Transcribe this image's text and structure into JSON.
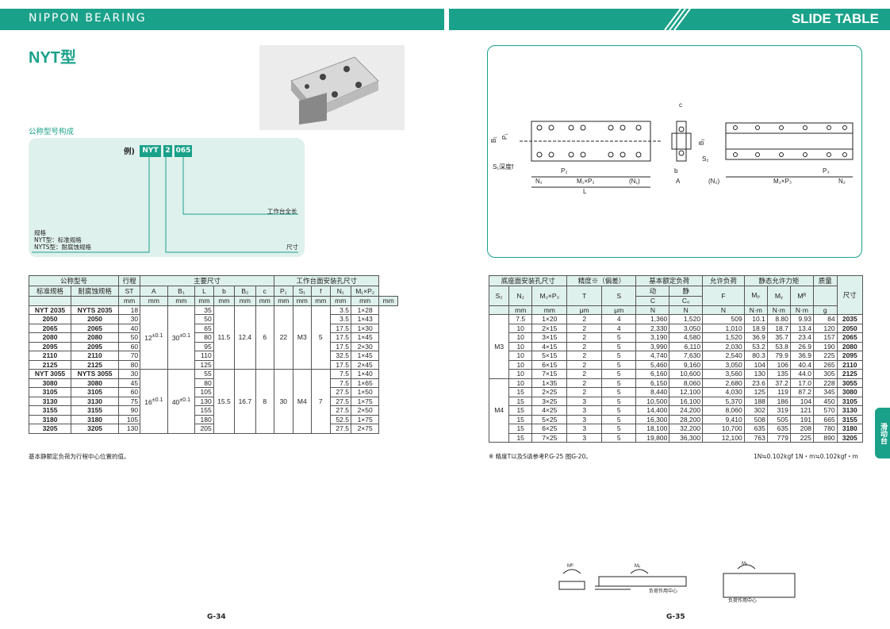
{
  "header": {
    "brand": "NIPPON BEARING",
    "title": "SLIDE TABLE"
  },
  "model": "NYT型",
  "subtitle": "公称型号构成",
  "code_example": {
    "label": "例)",
    "parts": [
      "NYT",
      "2",
      "065"
    ],
    "length_label": "工作台全长",
    "spec_lines": [
      "规格",
      "NYT型：标准规格",
      "NYTS型：耐腐蚀规格"
    ],
    "size_label": "尺寸"
  },
  "table1": {
    "h1": [
      "公称型号",
      "行程",
      "主要尺寸",
      "工作台面安装孔尺寸"
    ],
    "h2": [
      "标准规格",
      "耐腐蚀规格",
      "ST",
      "A",
      "B₁",
      "L",
      "b",
      "B₂",
      "c",
      "P₁",
      "S₁",
      "f",
      "N₁",
      "M₁×P₂"
    ],
    "units": [
      "mm",
      "mm",
      "mm",
      "mm",
      "mm",
      "mm",
      "mm",
      "mm",
      "mm",
      "mm",
      "mm"
    ],
    "rows": [
      [
        "NYT 2035",
        "NYTS 2035",
        "18",
        "35",
        "3.5",
        "1×28"
      ],
      [
        "2050",
        "2050",
        "30",
        "50",
        "3.5",
        "1×43"
      ],
      [
        "2065",
        "2065",
        "40",
        "65",
        "17.5",
        "1×30"
      ],
      [
        "2080",
        "2080",
        "50",
        "80",
        "17.5",
        "1×45"
      ],
      [
        "2095",
        "2095",
        "60",
        "95",
        "17.5",
        "2×30"
      ],
      [
        "2110",
        "2110",
        "70",
        "110",
        "32.5",
        "1×45"
      ],
      [
        "2125",
        "2125",
        "80",
        "125",
        "17.5",
        "2×45"
      ],
      [
        "NYT 3055",
        "NYTS 3055",
        "30",
        "55",
        "7.5",
        "1×40"
      ],
      [
        "3080",
        "3080",
        "45",
        "80",
        "7.5",
        "1×65"
      ],
      [
        "3105",
        "3105",
        "60",
        "105",
        "27.5",
        "1×50"
      ],
      [
        "3130",
        "3130",
        "75",
        "130",
        "27.5",
        "1×75"
      ],
      [
        "3155",
        "3155",
        "90",
        "155",
        "27.5",
        "2×50"
      ],
      [
        "3180",
        "3180",
        "105",
        "180",
        "52.5",
        "1×75"
      ],
      [
        "3205",
        "3205",
        "130",
        "205",
        "27.5",
        "2×75"
      ]
    ],
    "g1": {
      "A": "12",
      "tol": "±0.1",
      "B1": "30",
      "b": "11.5",
      "B2": "12.4",
      "c": "6",
      "P1": "22",
      "S1": "M3",
      "f": "5"
    },
    "g2": {
      "A": "16",
      "tol": "±0.1",
      "B1": "40",
      "b": "15.5",
      "B2": "16.7",
      "c": "8",
      "P1": "30",
      "S1": "M4",
      "f": "7"
    },
    "note": "基本静额定负荷为行程中心位置的值。"
  },
  "table2": {
    "h1": [
      "底座面安装孔尺寸",
      "精度※（偏差）",
      "基本额定负荷",
      "允许负荷",
      "静态允许力矩",
      "质量",
      "尺寸"
    ],
    "h2": [
      "S₂",
      "N₂",
      "M₂×P₃",
      "T",
      "S",
      "动",
      "静",
      "F",
      "Mₚ",
      "Mᵧ",
      "Mᴿ"
    ],
    "h3": [
      "C",
      "C₀"
    ],
    "units": [
      "mm",
      "mm",
      "μm",
      "μm",
      "N",
      "N",
      "N",
      "N·m",
      "N·m",
      "N·m",
      "g"
    ],
    "s2": [
      "M3",
      "M4"
    ],
    "rows": [
      [
        "7.5",
        "1×20",
        "2",
        "4",
        "1,360",
        "1,520",
        "509",
        "10.1",
        "8.80",
        "9.93",
        "84",
        "2035"
      ],
      [
        "10",
        "2×15",
        "2",
        "4",
        "2,330",
        "3,050",
        "1,010",
        "18.9",
        "18.7",
        "13.4",
        "120",
        "2050"
      ],
      [
        "10",
        "3×15",
        "2",
        "5",
        "3,190",
        "4,580",
        "1,520",
        "36.9",
        "35.7",
        "23.4",
        "157",
        "2065"
      ],
      [
        "10",
        "4×15",
        "2",
        "5",
        "3,990",
        "6,110",
        "2,030",
        "53.2",
        "53.8",
        "26.9",
        "190",
        "2080"
      ],
      [
        "10",
        "5×15",
        "2",
        "5",
        "4,740",
        "7,630",
        "2,540",
        "80.3",
        "79.9",
        "36.9",
        "225",
        "2095"
      ],
      [
        "10",
        "6×15",
        "2",
        "5",
        "5,460",
        "9,160",
        "3,050",
        "104",
        "106",
        "40.4",
        "265",
        "2110"
      ],
      [
        "10",
        "7×15",
        "2",
        "5",
        "6,160",
        "10,600",
        "3,560",
        "130",
        "135",
        "44.0",
        "305",
        "2125"
      ],
      [
        "10",
        "1×35",
        "2",
        "5",
        "6,150",
        "8,060",
        "2,680",
        "23.6",
        "37.2",
        "17.0",
        "228",
        "3055"
      ],
      [
        "15",
        "2×25",
        "2",
        "5",
        "8,440",
        "12,100",
        "4,030",
        "125",
        "119",
        "87.2",
        "345",
        "3080"
      ],
      [
        "15",
        "3×25",
        "3",
        "5",
        "10,500",
        "16,100",
        "5,370",
        "188",
        "186",
        "104",
        "450",
        "3105"
      ],
      [
        "15",
        "4×25",
        "3",
        "5",
        "14,400",
        "24,200",
        "8,060",
        "302",
        "319",
        "121",
        "570",
        "3130"
      ],
      [
        "15",
        "5×25",
        "3",
        "5",
        "16,300",
        "28,200",
        "9,410",
        "508",
        "505",
        "191",
        "665",
        "3155"
      ],
      [
        "15",
        "6×25",
        "3",
        "5",
        "18,100",
        "32,200",
        "10,700",
        "635",
        "635",
        "208",
        "780",
        "3180"
      ],
      [
        "15",
        "7×25",
        "3",
        "5",
        "19,800",
        "36,300",
        "12,100",
        "763",
        "779",
        "225",
        "890",
        "3205"
      ]
    ],
    "note_left": "※ 精度T以及S请参考P.G-25 图G-20。",
    "note_right": "1N≒0.102kgf   1N・m≒0.102kgf・m"
  },
  "drawing": {
    "labels": [
      "B₁",
      "P₁",
      "S₁深度f",
      "P₂",
      "N₁",
      "M₁×P₂",
      "(N₁)",
      "L",
      "c",
      "b",
      "A",
      "B₂",
      "S₂",
      "P₃",
      "(N₂)",
      "M₂×P₃",
      "N₂"
    ],
    "moment_labels": [
      "Mᴿ",
      "Mₚ",
      "Mᵧ"
    ],
    "center_labels": [
      "负荷作用中心",
      "负荷作用中心"
    ]
  },
  "side_tab": "滑动台",
  "pages": [
    "G-34",
    "G-35"
  ]
}
